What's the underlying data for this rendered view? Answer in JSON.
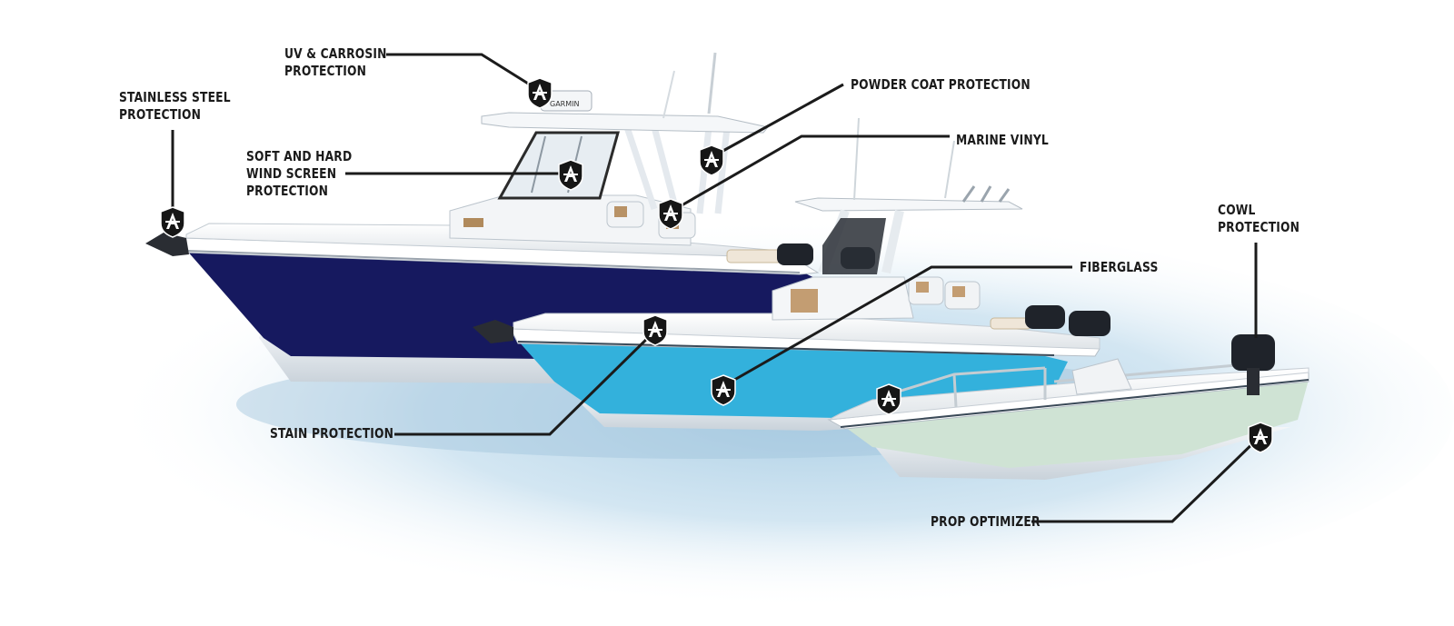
{
  "callouts": {
    "uv_corrosion": [
      "UV & CARROSIN",
      "PROTECTION"
    ],
    "stainless_steel": [
      "STAINLESS STEEL",
      "PROTECTION"
    ],
    "powder_coat": [
      "POWDER COAT PROTECTION"
    ],
    "soft_hard_windscreen": [
      "SOFT AND HARD",
      "WIND SCREEN",
      "PROTECTION"
    ],
    "marine_vinyl": [
      "MARINE VINYL"
    ],
    "cowl": [
      "COWL",
      "PROTECTION"
    ],
    "fiberglass": [
      "FIBERGLASS"
    ],
    "stain": [
      "STAIN PROTECTION"
    ],
    "prop_optimizer": [
      "PROP OPTIMIZER"
    ]
  },
  "badge_letter": "A",
  "radar_brand": "GARMIN",
  "colors": {
    "navy_hull": "#16195f",
    "sky_hull": "#33b1dc",
    "mint_hull": "#cfe3d4",
    "water": "#bcd9ea",
    "line": "#1b1b1b",
    "badge": "#161616"
  }
}
